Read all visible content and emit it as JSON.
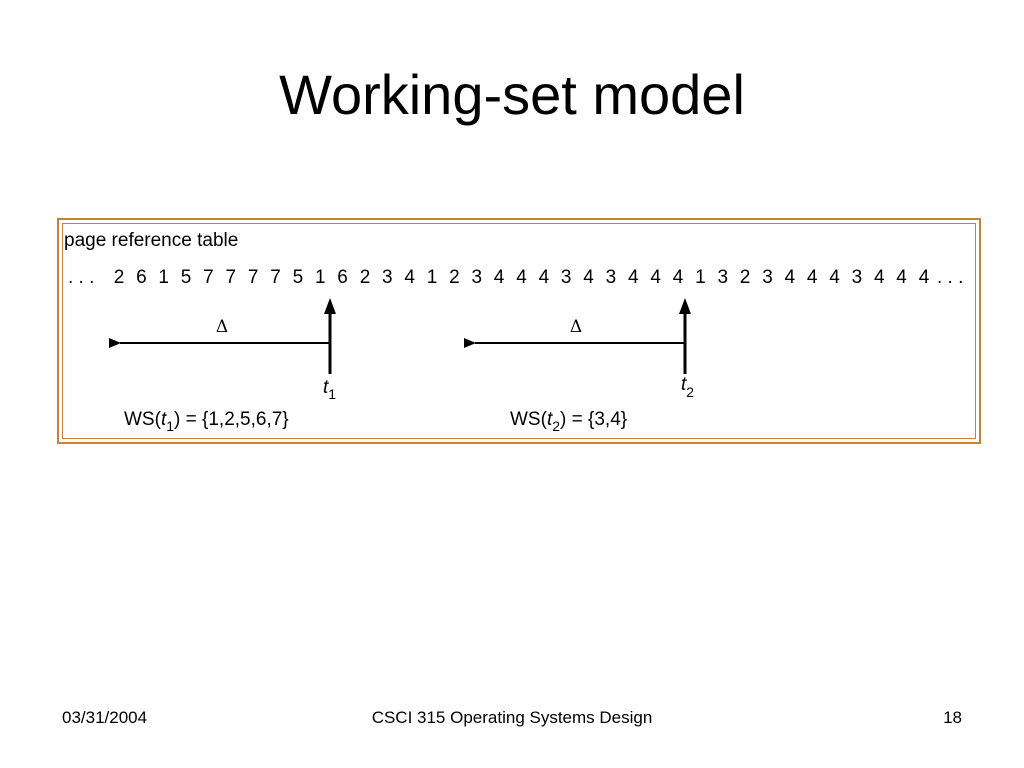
{
  "slide": {
    "title": "Working-set model"
  },
  "figure": {
    "label": "page reference table",
    "reference_sequence": [
      "2",
      "6",
      "1",
      "5",
      "7",
      "7",
      "7",
      "7",
      "5",
      "1",
      "6",
      "2",
      "3",
      "4",
      "1",
      "2",
      "3",
      "4",
      "4",
      "4",
      "3",
      "4",
      "3",
      "4",
      "4",
      "4",
      "1",
      "3",
      "2",
      "3",
      "4",
      "4",
      "4",
      "3",
      "4",
      "4",
      "4"
    ],
    "leading_ellipsis": ". . .",
    "trailing_ellipsis": ". . .",
    "windows": [
      {
        "delta_symbol": "Δ",
        "time_var": "t",
        "time_sub": "1",
        "ws_prefix": "WS(",
        "ws_suffix": ") = {1,2,5,6,7}"
      },
      {
        "delta_symbol": "Δ",
        "time_var": "t",
        "time_sub": "2",
        "ws_prefix": "WS(",
        "ws_suffix": ") = {3,4}"
      }
    ],
    "colors": {
      "frame": "#C8803A",
      "ink": "#000000"
    }
  },
  "footer": {
    "date": "03/31/2004",
    "course": "CSCI 315 Operating Systems Design",
    "page": "18"
  }
}
